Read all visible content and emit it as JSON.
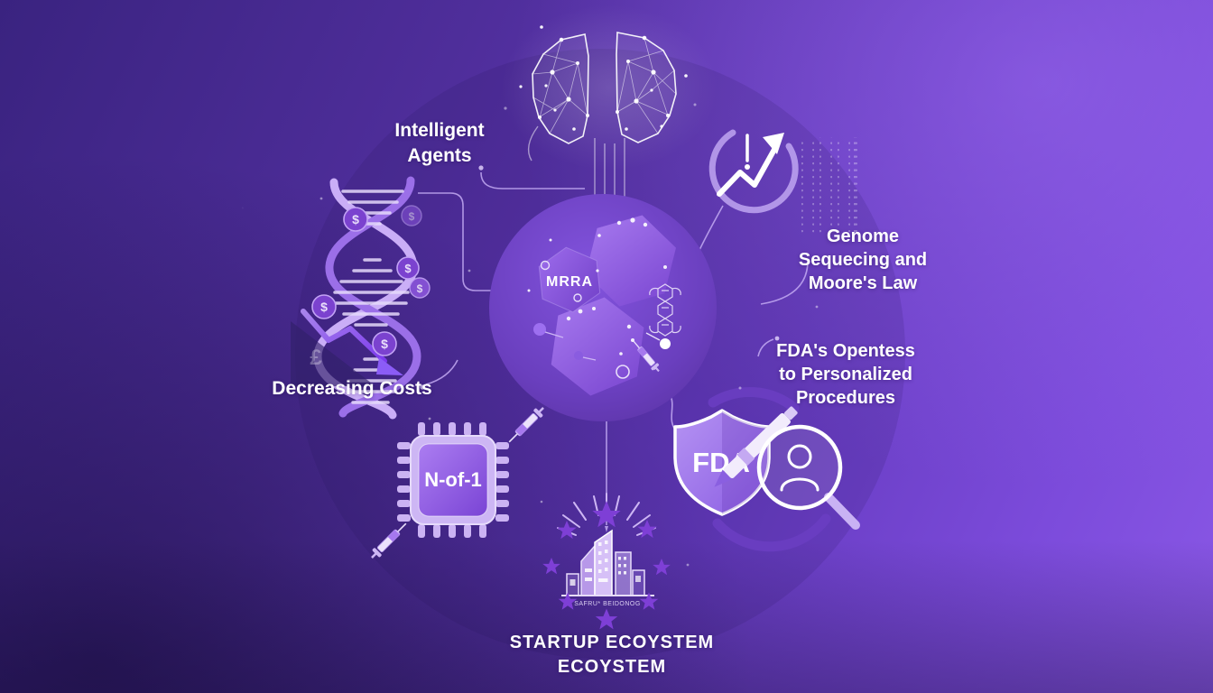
{
  "meta": {
    "kind": "infographic",
    "theme": "purple-gradient"
  },
  "colors": {
    "bg_top_right": "#8a58e6",
    "bg_bottom_left": "#2e1c5e",
    "accent_light": "#c9b2f4",
    "accent": "#8b5cf6",
    "text": "#ffffff",
    "star": "#7e3fd6"
  },
  "hub": {
    "tag": "MRRA"
  },
  "labels": {
    "intelligent_agents": {
      "lines": [
        "Intelligent",
        "Agents"
      ]
    },
    "genome": {
      "lines": [
        "Genome",
        "Sequecing and",
        "Moore's Law"
      ]
    },
    "decreasing_costs": {
      "lines": [
        "Decreasing Costs"
      ]
    },
    "fda_openness": {
      "lines": [
        "FDA's Opentess",
        "to Personalized",
        "Procedures"
      ]
    },
    "startup": {
      "lines": [
        "STARTUP ECOYSTEM",
        "ECOYSTEM"
      ]
    }
  },
  "badges": {
    "fda_shield": "FDA",
    "chip": "N-of-1",
    "city_caption": "SAFRU* BEIDONOG",
    "coin_symbol": "$",
    "pound_symbol": "£"
  },
  "icons": [
    "brain-network-icon",
    "growth-chart-icon",
    "genome-sequence-grid",
    "dna-helix-icon",
    "dollar-coin-icon",
    "declining-arrow-icon",
    "microchip-icon",
    "syringe-icon",
    "fda-shield-icon",
    "pen-icon",
    "magnifier-person-icon",
    "city-skyline-icon",
    "star-icon",
    "hexagon-icon",
    "molecule-icon"
  ]
}
